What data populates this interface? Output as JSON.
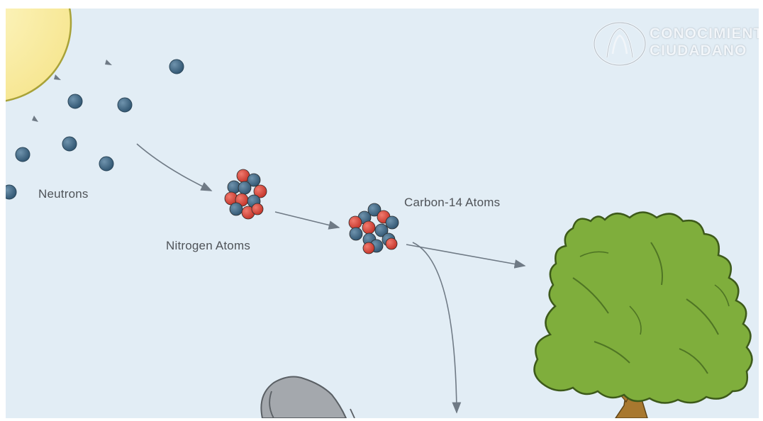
{
  "labels": {
    "neutrons": "Neutrons",
    "nitrogen_atoms": "Nitrogen Atoms",
    "carbon14_atoms": "Carbon-14 Atoms"
  },
  "watermark": {
    "line1": "CONOCIMIENTO",
    "line2": "CIUDADANO"
  },
  "colors": {
    "background": "#e2edf5",
    "sun": "#fbf0a8",
    "neutron": "#3d6682",
    "proton": "#d9473d",
    "tree_foliage": "#7fae3c",
    "tree_trunk": "#a8782f",
    "arrow": "#6f7a85",
    "label_text": "#4f5358"
  },
  "icons": {
    "sun": "sun-icon",
    "tree": "tree-icon",
    "animal": "grazing-animal-icon"
  }
}
